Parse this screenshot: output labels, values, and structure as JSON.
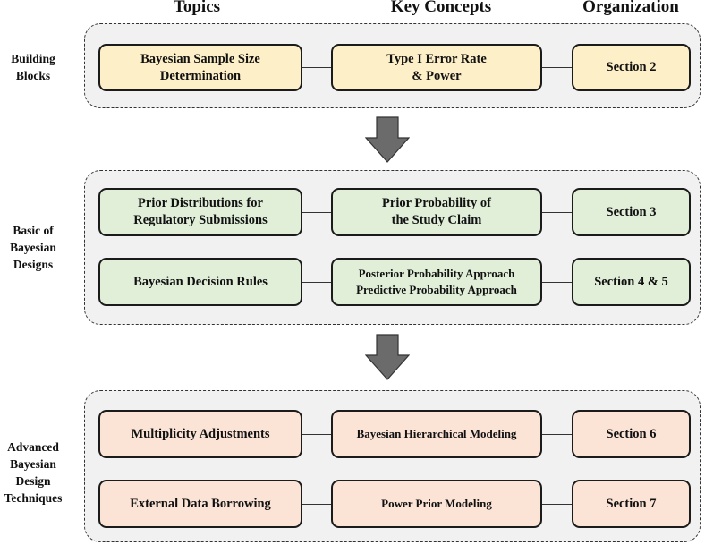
{
  "headers": {
    "topics": "Topics",
    "concepts": "Key Concepts",
    "organization": "Organization"
  },
  "colors": {
    "yellow": "#fdefc7",
    "green": "#e1efd9",
    "peach": "#fbe3d6",
    "panel": "#f1f1f1",
    "arrow": "#6b6b6b"
  },
  "sections": [
    {
      "label": [
        "Building",
        "Blocks"
      ],
      "rows": [
        {
          "topic": [
            "Bayesian Sample Size",
            "Determination"
          ],
          "concept": [
            "Type I Error Rate",
            "& Power"
          ],
          "org": "Section 2"
        }
      ]
    },
    {
      "label": [
        "Basic of",
        "Bayesian",
        "Designs"
      ],
      "rows": [
        {
          "topic": [
            "Prior Distributions for",
            "Regulatory Submissions"
          ],
          "concept": [
            "Prior Probability of",
            "the Study Claim"
          ],
          "org": "Section 3"
        },
        {
          "topic": [
            "Bayesian Decision Rules"
          ],
          "concept": [
            "Posterior Probability Approach",
            "Predictive Probability Approach"
          ],
          "org": "Section 4 & 5"
        }
      ]
    },
    {
      "label": [
        "Advanced",
        "Bayesian",
        "Design",
        "Techniques"
      ],
      "rows": [
        {
          "topic": [
            "Multiplicity Adjustments"
          ],
          "concept": [
            "Bayesian Hierarchical Modeling"
          ],
          "org": "Section 6"
        },
        {
          "topic": [
            "External Data Borrowing"
          ],
          "concept": [
            "Power Prior Modeling"
          ],
          "org": "Section 7"
        }
      ]
    }
  ],
  "icons": {
    "flow_arrow": "down-arrow-icon"
  }
}
